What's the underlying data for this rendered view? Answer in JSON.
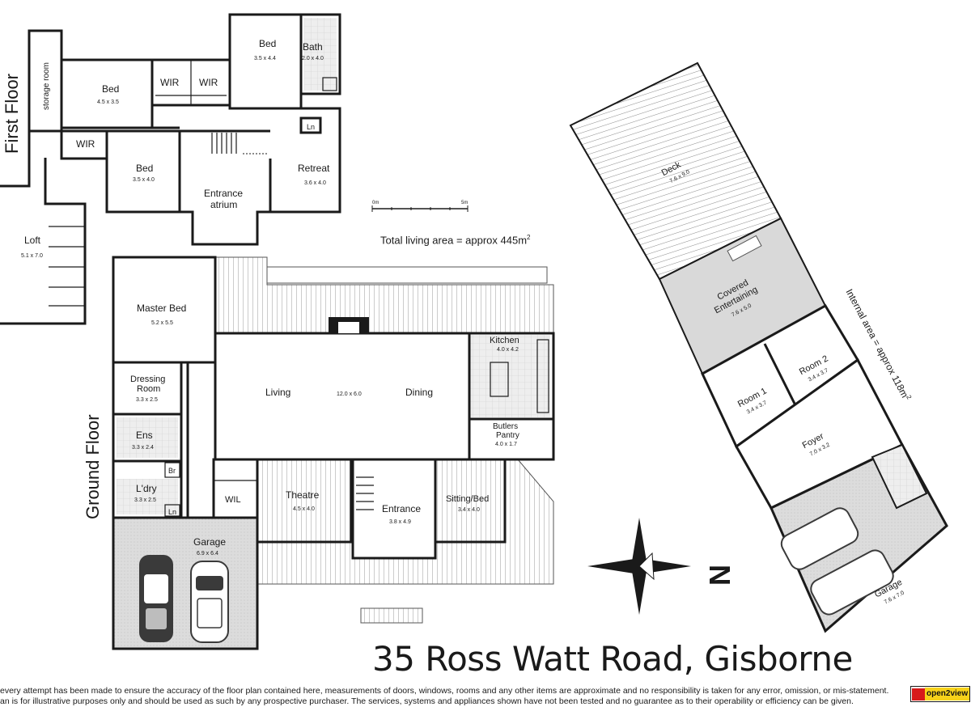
{
  "floors": {
    "first_floor_label": "First Floor",
    "ground_floor_label": "Ground Floor"
  },
  "first_floor": {
    "storage": "storage room",
    "bed1": {
      "name": "Bed",
      "dim": "4.5 x 3.5"
    },
    "wir1": "WIR",
    "wir2": "WIR",
    "wir3": "WIR",
    "bed2": {
      "name": "Bed",
      "dim": "3.5 x 4.4"
    },
    "bath": {
      "name": "Bath",
      "dim": "2.0 x 4.0"
    },
    "ln": "Ln",
    "bed3": {
      "name": "Bed",
      "dim": "3.5 x 4.0"
    },
    "atrium_line1": "Entrance",
    "atrium_line2": "atrium",
    "retreat": {
      "name": "Retreat",
      "dim": "3.6 x 4.0"
    },
    "loft": {
      "name": "Loft",
      "dim": "5.1 x 7.0"
    }
  },
  "scale": {
    "start": "0m",
    "end": "5m"
  },
  "total_living_area": "Total living area = approx 445m",
  "total_living_area_sup": "2",
  "ground_floor": {
    "master": {
      "name": "Master Bed",
      "dim": "5.2 x 5.5"
    },
    "dressing_line1": "Dressing",
    "dressing_line2": "Room",
    "dressing_dim": "3.3 x 2.5",
    "ens": {
      "name": "Ens",
      "dim": "3.3 x 2.4"
    },
    "br": "Br",
    "ldry": {
      "name": "L'dry",
      "dim": "3.3 x 2.5"
    },
    "ln": "Ln",
    "wil": "WIL",
    "living": "Living",
    "living_dim": "12.0 x 6.0",
    "dining": "Dining",
    "kitchen": {
      "name": "Kitchen",
      "dim": "4.0 x 4.2"
    },
    "butlers_line1": "Butlers",
    "butlers_line2": "Pantry",
    "butlers_dim": "4.0 x 1.7",
    "theatre": {
      "name": "Theatre",
      "dim": "4.5 x 4.0"
    },
    "entrance": {
      "name": "Entrance",
      "dim": "3.8 x 4.9"
    },
    "sitting": {
      "name": "Sitting/Bed",
      "dim": "3.4 x 4.0"
    },
    "garage": {
      "name": "Garage",
      "dim": "6.9 x 6.4"
    }
  },
  "outbuilding": {
    "deck": {
      "name": "Deck",
      "dim": "7.6 x 9.0"
    },
    "covered_line1": "Covered",
    "covered_line2": "Entertaining",
    "covered_dim": "7.6 x 5.0",
    "room1": {
      "name": "Room 1",
      "dim": "3.4 x 3.7"
    },
    "room2": {
      "name": "Room 2",
      "dim": "3.4 x 3.7"
    },
    "foyer": {
      "name": "Foyer",
      "dim": "7.0 x 3.2"
    },
    "garage": {
      "name": "Garage",
      "dim": "7.6 x 7.0"
    },
    "internal_area": "Internal area = approx 118m",
    "internal_area_sup": "2"
  },
  "compass": {
    "north": "N",
    "icon": "compass-rose-icon"
  },
  "address": "35 Ross Watt Road, Gisborne",
  "disclaimer": {
    "line1": "every attempt has been made to ensure the accuracy of the floor plan contained here, measurements of doors, windows, rooms and any other items are approximate and no responsibility is taken for any error, omission, or mis-statement.",
    "line2": "an is for illustrative purposes only and should be used as such by any prospective purchaser. The services, systems and appliances shown have not been tested and no guarantee as to their operability or efficiency can be given."
  },
  "logo": {
    "text": "open2view",
    "icon": "open2view-logo-icon"
  },
  "colors": {
    "line": "#1a1a1a",
    "shade": "#d9d9d9",
    "logo_red": "#d71a1a",
    "logo_yellow": "#f7d21a"
  }
}
